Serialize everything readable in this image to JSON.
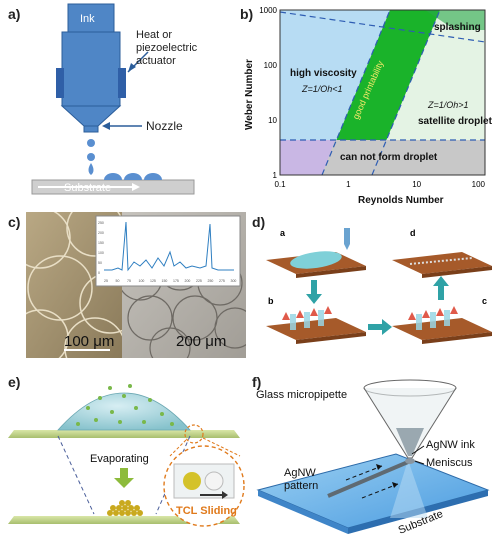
{
  "panels": {
    "a": {
      "label": "a)",
      "ink": "Ink",
      "actuator_line1": "Heat or",
      "actuator_line2": "piezoelectric",
      "actuator_line3": "actuator",
      "nozzle": "Nozzle",
      "substrate": "Substrate"
    },
    "b": {
      "label": "b)",
      "splashing": "splashing",
      "high_viscosity": "high viscosity",
      "z_low": "Z=1/Oh<1",
      "good_printability": "good printability",
      "z_high": "Z=1/Oh>1",
      "satellite": "satellite droplet",
      "cannot_form": "can not form droplet"
    },
    "c": {
      "label": "c)",
      "scale1": "100 μm",
      "scale2": "200 μm"
    },
    "d": {
      "label": "d)",
      "sub_a": "a",
      "sub_b": "b",
      "sub_c": "c",
      "sub_d": "d"
    },
    "e": {
      "label": "e)",
      "evaporating": "Evaporating",
      "tcl": "TCL Sliding"
    },
    "f": {
      "label": "f)",
      "micropipette": "Glass micropipette",
      "ink": "AgNW ink",
      "meniscus": "Meniscus",
      "pattern1": "AgNW",
      "pattern2": "pattern",
      "substrate": "Substrate"
    }
  },
  "chart_data": [
    {
      "type": "area",
      "xlabel": "Reynolds Number",
      "ylabel": "Weber Number",
      "x_scale": "log",
      "y_scale": "log",
      "xlim": [
        0.1,
        100
      ],
      "ylim": [
        1,
        1000
      ],
      "x_ticks": [
        "0.1",
        "1",
        "10",
        "100"
      ],
      "y_ticks": [
        "1",
        "10",
        "100",
        "1000"
      ],
      "regions": [
        "high viscosity",
        "good printability",
        "satellite droplet",
        "can not form droplet",
        "splashing"
      ],
      "region_colors": {
        "high viscosity": "#b7dcf3",
        "good printability": "#1ab32a",
        "satellite droplet": "#e4f3e4",
        "can not form droplet": "#c8c8c8",
        "splashing": "#2aa84a"
      }
    },
    {
      "type": "line",
      "x_ticks": [
        "25",
        "50",
        "75",
        "100",
        "125",
        "150",
        "175",
        "200",
        "225",
        "250",
        "275",
        "300"
      ],
      "y_ticks": [
        "0",
        "50",
        "100",
        "150",
        "200",
        "250"
      ]
    }
  ]
}
